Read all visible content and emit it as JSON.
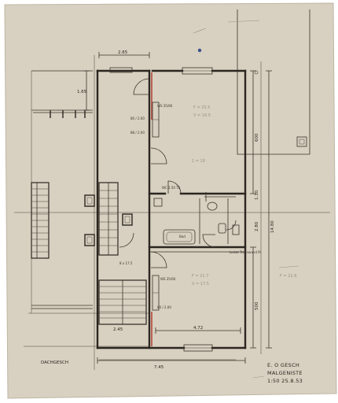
{
  "title_block": {
    "line1": "E. O GESCH",
    "line2": "MALGENISTE",
    "line3": "1:50  25.8.53"
  },
  "labels": {
    "roof_label": "DACHGESCH"
  },
  "dimensions": {
    "top_width": "2.65",
    "bottom_width": "7.45",
    "left_depth": "1.65",
    "right_600": "600",
    "right_500": "500",
    "right_110": "1.10",
    "right_1480": "14.80",
    "right_280": "2.80",
    "room_width": "4.72",
    "left_stair_gap": "2.45"
  },
  "room_notes": {
    "upper_closet": "WS 35/60",
    "upper_door_a": "80 / 2.00",
    "upper_door_b": "88 / 2.00",
    "upper_room_f": "F = 25.5",
    "upper_room_v": "V = 16.5",
    "wc_area": "WC 2.50  TE",
    "bath_area": "Bad",
    "lower_room_f": "F = 21.7",
    "lower_room_v": "V = 17.5",
    "lower_closet": "WS 35/60",
    "lower_door": "80 / 2.00",
    "stair_note": "8 x 17.5",
    "right_note": "Leiste Trennwand Pl."
  },
  "faint_marks": {
    "f1": "F = 22.8",
    "f2": "1 = 18"
  }
}
